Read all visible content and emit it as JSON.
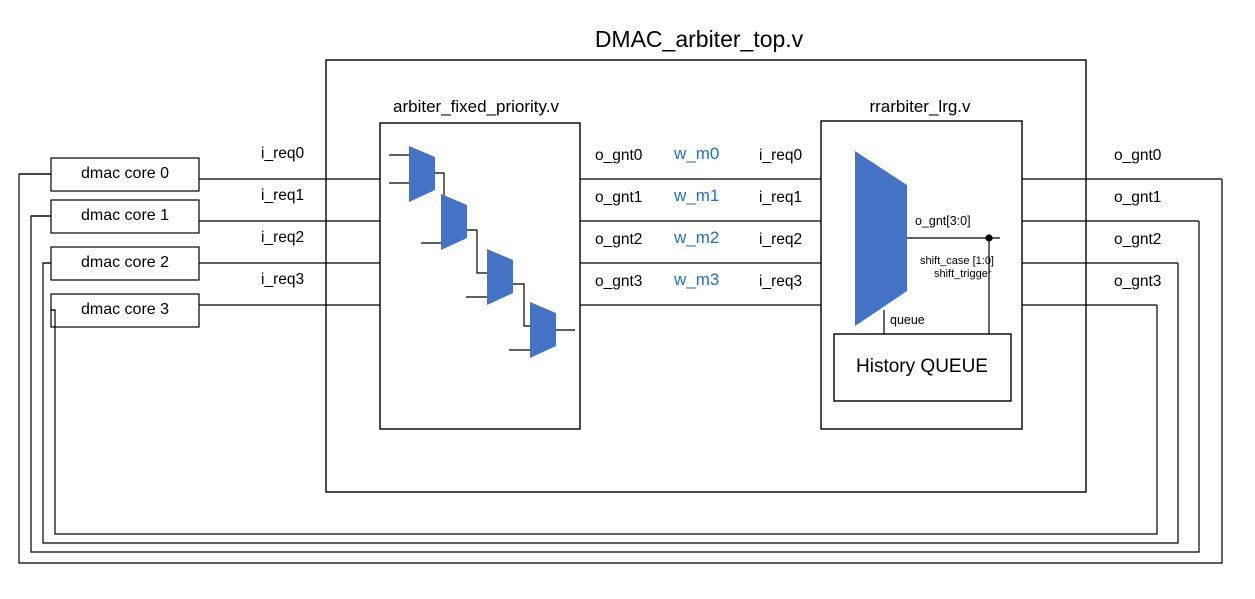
{
  "diagram": {
    "title": "DMAC_arbiter_top.v",
    "modules": {
      "fixed_priority": "arbiter_fixed_priority.v",
      "rrarbiter": "rrarbiter_lrg.v",
      "history_queue": "History QUEUE"
    },
    "cores": [
      {
        "label": "dmac core 0"
      },
      {
        "label": "dmac core 1"
      },
      {
        "label": "dmac core 2"
      },
      {
        "label": "dmac core 3"
      }
    ],
    "core_req_labels": [
      "i_req0",
      "i_req1",
      "i_req2",
      "i_req3"
    ],
    "fp_out_labels": [
      "o_gnt0",
      "o_gnt1",
      "o_gnt2",
      "o_gnt3"
    ],
    "wire_labels": [
      "w_m0",
      "w_m1",
      "w_m2",
      "w_m3"
    ],
    "rr_in_labels": [
      "i_req0",
      "i_req1",
      "i_req2",
      "i_req3"
    ],
    "top_out_labels": [
      "o_gnt0",
      "o_gnt1",
      "o_gnt2",
      "o_gnt3"
    ],
    "internal_signals": {
      "gnt_bus": "o_gnt[3:0]",
      "shift_case": "shift_case [1:0]",
      "shift_trigger": "shift_trigger",
      "queue": "queue"
    },
    "colors": {
      "mux_fill": "#4472C4",
      "wire_label_blue": "#1F6FC4",
      "line": "#000000",
      "background": "#ffffff"
    }
  }
}
